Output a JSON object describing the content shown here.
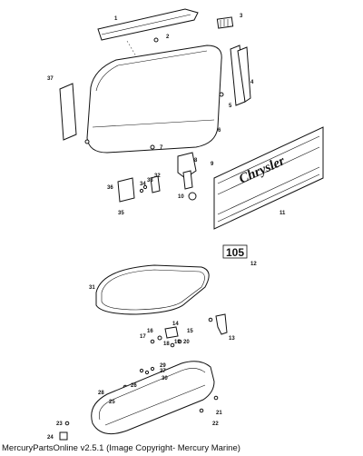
{
  "caption": "MercuryPartsOnline v2.5.1 (Image Copyright- Mercury Marine)",
  "brand_decal_text": "Chrysler",
  "model_decal_text": "105",
  "callouts": [
    "1",
    "2",
    "3",
    "4",
    "5",
    "6",
    "7",
    "8",
    "9",
    "10",
    "11",
    "12",
    "13",
    "14",
    "15",
    "16",
    "17",
    "18",
    "19",
    "20",
    "21",
    "22",
    "23",
    "24",
    "25",
    "26",
    "27",
    "28",
    "29",
    "30",
    "31",
    "32",
    "33",
    "34",
    "35",
    "36",
    "37"
  ]
}
